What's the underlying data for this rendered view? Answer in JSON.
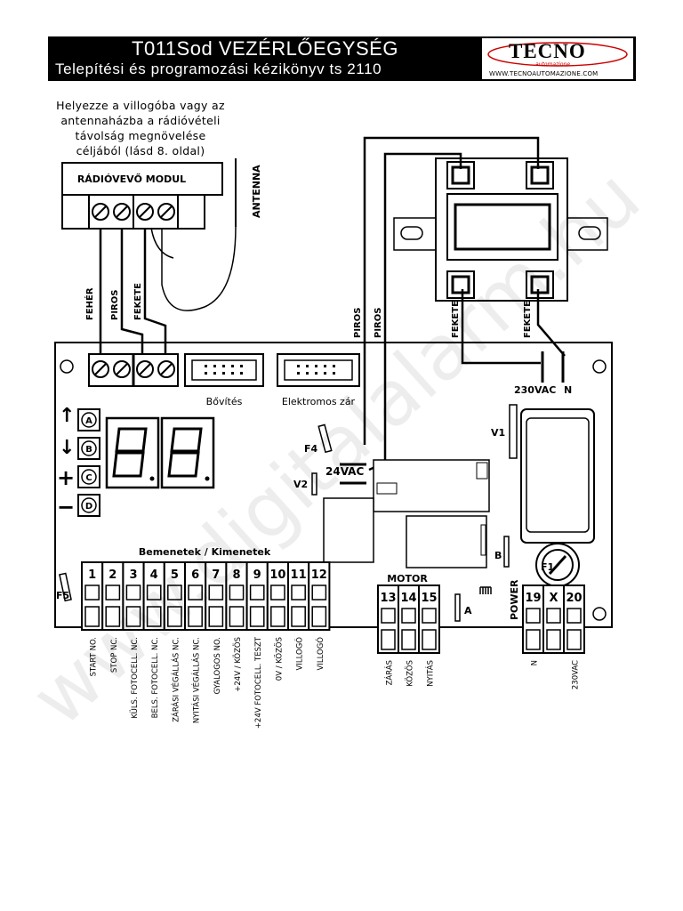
{
  "header": {
    "title_line1": "T011Sod VEZÉRLŐEGYSÉG",
    "title_line2": "Telepítési és programozási kézikönyv  ts 2110",
    "logo_name": "TECNO",
    "logo_sub": "automazione",
    "logo_url": "WWW.TECNOAUTOMAZIONE.COM"
  },
  "note": {
    "line1": "Helyezze a villogóba vagy az",
    "line2": "antennaházba a rádióvételi",
    "line3": "távolság megnövelése",
    "line4": "céljából (lásd 8. oldal)"
  },
  "radio": {
    "module_label": "RÁDIÓVEVŐ MODUL",
    "antenna": "ANTENNA",
    "wire_white": "FEHÉR",
    "wire_red": "PIROS",
    "wire_black": "FEKETE"
  },
  "transformer": {
    "wire_red_1": "PIROS",
    "wire_red_2": "PIROS",
    "wire_black_1": "FEKETE",
    "wire_black_2": "FEKETE",
    "supply_label": "230VAC",
    "neutral_label": "N"
  },
  "board": {
    "connector_expansion": "Bővítés",
    "connector_lock": "Elektromos zár",
    "fuse_f4": "F4",
    "label_24vac": "24VAC",
    "varistor_v2": "V2",
    "varistor_v1": "V1",
    "buttons": [
      "A",
      "B",
      "C",
      "D"
    ],
    "io_title": "Bemenetek / Kimenetek",
    "fuse_f5": "F5",
    "jumper_b": "B",
    "jumper_a": "A",
    "motor_label": "MOTOR",
    "power_label": "POWER",
    "fuse_f1": "F1"
  },
  "terminals": {
    "io": [
      "1",
      "2",
      "3",
      "4",
      "5",
      "6",
      "7",
      "8",
      "9",
      "10",
      "11",
      "12"
    ],
    "motor": [
      "13",
      "14",
      "15"
    ],
    "power": [
      "19",
      "X",
      "20"
    ]
  },
  "terminal_labels": {
    "io": [
      "START NO.",
      "STOP NC.",
      "KÜLS. FOTOCELL. NC.",
      "BELS. FOTOCELL. NC.",
      "ZÁRÁSI VÉGÁLLÁS NC.",
      "NYITÁSI VÉGÁLLÁS NC.",
      "GYALOGOS NO.",
      "+24V / KÖZÖS",
      "+24V FOTOCELL. TESZT",
      "0V / KÖZÖS",
      "VILLOGÓ",
      "VILLOGÓ"
    ],
    "motor": [
      "ZÁRÁS",
      "KÖZÖS",
      "NYITÁS"
    ],
    "power": [
      "N",
      "",
      "230VAC"
    ]
  },
  "watermark": "www.digitalalarm.hu"
}
